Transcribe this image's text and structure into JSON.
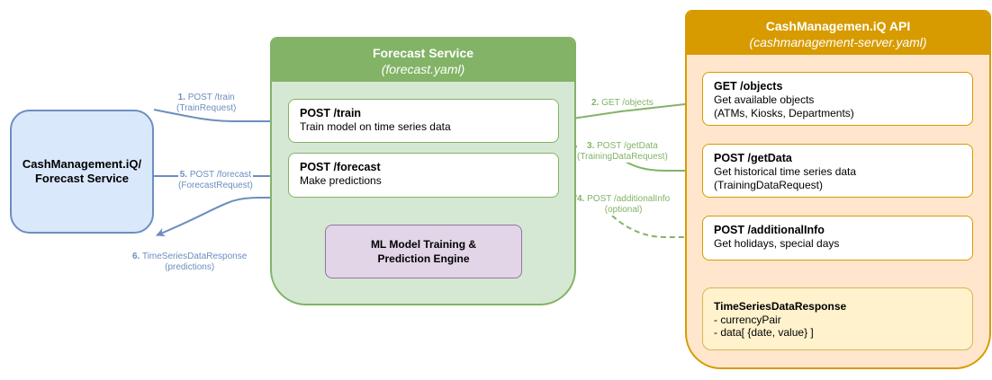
{
  "client": {
    "label_line1": "CashManagement.iQ/",
    "label_line2": "Forecast Service"
  },
  "forecast_service": {
    "title": "Forecast Service",
    "subtitle": "(forecast.yaml)",
    "endpoints": [
      {
        "method_path": "POST /train",
        "description": "Train model on time series data"
      },
      {
        "method_path": "POST /forecast",
        "description": "Make predictions"
      }
    ],
    "engine": {
      "line1": "ML Model Training &",
      "line2": "Prediction Engine"
    }
  },
  "api_service": {
    "title": "CashManagemen.iQ API",
    "subtitle": "(cashmanagement-server.yaml)",
    "endpoints": [
      {
        "method_path": "GET /objects",
        "lines": [
          "Get available objects",
          "(ATMs, Kiosks, Departments)"
        ]
      },
      {
        "method_path": "POST /getData",
        "lines": [
          "Get historical time series data",
          "(TrainingDataRequest)"
        ]
      },
      {
        "method_path": "POST /additionalInfo",
        "lines": [
          "Get holidays, special days"
        ]
      }
    ],
    "response_model": {
      "name": "TimeSeriesDataResponse",
      "fields": [
        "- currencyPair",
        "- data[ {date, value} ]"
      ]
    }
  },
  "edges": [
    {
      "step": "1.",
      "label": "POST /train",
      "sub": "(TrainRequest)",
      "style": "solid",
      "color": "#6c8ebf"
    },
    {
      "step": "2.",
      "label": "GET /objects",
      "sub": "",
      "style": "solid",
      "color": "#82b366"
    },
    {
      "step": "3.",
      "label": "POST /getData",
      "sub": "(TrainingDataRequest)",
      "style": "solid",
      "color": "#82b366"
    },
    {
      "step": "4.",
      "label": "POST /additionalInfo",
      "sub": "(optional)",
      "style": "dashed",
      "color": "#82b366"
    },
    {
      "step": "5.",
      "label": "POST /forecast",
      "sub": "(ForecastRequest)",
      "style": "solid",
      "color": "#6c8ebf"
    },
    {
      "step": "6.",
      "label": "TimeSeriesDataResponse",
      "sub": "(predictions)",
      "style": "solid",
      "color": "#6c8ebf"
    }
  ]
}
